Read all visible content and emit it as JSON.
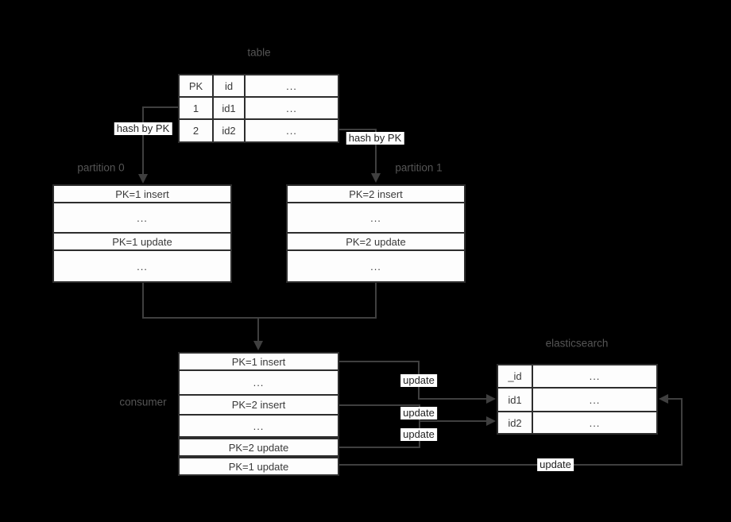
{
  "diagram": {
    "titles": {
      "source_table": "table",
      "partition0": "partition 0",
      "partition1": "partition 1",
      "consumer": "consumer",
      "elasticsearch": "elasticsearch"
    },
    "labels": {
      "hash_by_pk": "hash by PK",
      "update": "update"
    },
    "source_table": {
      "header": [
        "PK",
        "id",
        "..."
      ],
      "rows": [
        [
          "1",
          "id1",
          "..."
        ],
        [
          "2",
          "id2",
          "..."
        ]
      ]
    },
    "partition0_rows": [
      "PK=1 insert",
      "...",
      "PK=1 update",
      "..."
    ],
    "partition1_rows": [
      "PK=2 insert",
      "...",
      "PK=2 update",
      "..."
    ],
    "consumer_rows": [
      "PK=1 insert",
      "...",
      "PK=2 insert",
      "...",
      "PK=2 update",
      "PK=1 update"
    ],
    "elasticsearch_table": {
      "rows": [
        [
          "_id",
          "..."
        ],
        [
          "id1",
          "..."
        ],
        [
          "id2",
          "..."
        ]
      ]
    },
    "colors": {
      "background": "#000000",
      "box_fill": "#fdfdfd",
      "box_border": "#2d2d2d",
      "line": "#3f3f3f",
      "title_text": "#555555",
      "cell_text": "#3a3a3a",
      "label_bg": "#ffffff"
    }
  }
}
